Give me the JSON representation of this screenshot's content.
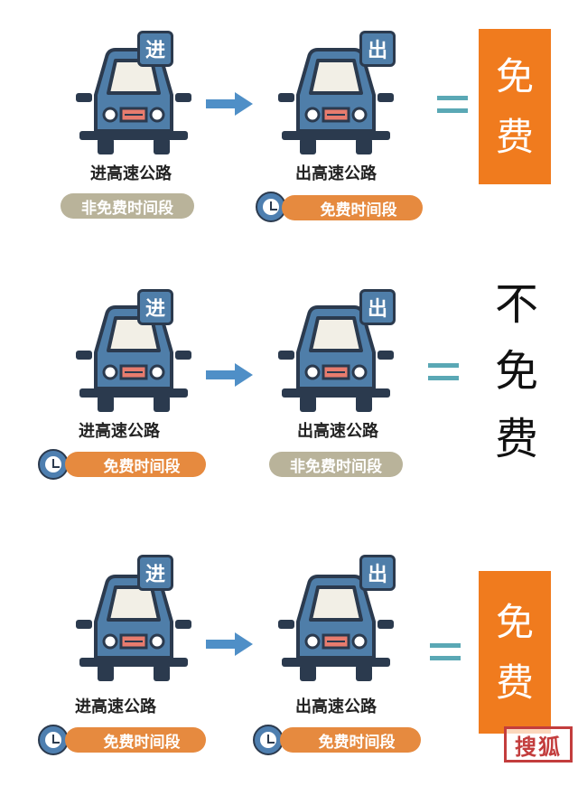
{
  "rows": [
    {
      "enter": {
        "badge": "进",
        "label": "进高速公路",
        "period": "非免费时间段",
        "period_type": "gray"
      },
      "exit": {
        "badge": "出",
        "label": "出高速公路",
        "period": "免费时间段",
        "period_type": "orange"
      },
      "result": [
        "免",
        "费"
      ],
      "result_style": "orange-box"
    },
    {
      "enter": {
        "badge": "进",
        "label": "进高速公路",
        "period": "免费时间段",
        "period_type": "orange"
      },
      "exit": {
        "badge": "出",
        "label": "出高速公路",
        "period": "非免费时间段",
        "period_type": "gray"
      },
      "result": [
        "不",
        "免",
        "费"
      ],
      "result_style": "plain"
    },
    {
      "enter": {
        "badge": "进",
        "label": "进高速公路",
        "period": "免费时间段",
        "period_type": "orange"
      },
      "exit": {
        "badge": "出",
        "label": "出高速公路",
        "period": "免费时间段",
        "period_type": "orange"
      },
      "result": [
        "免",
        "费"
      ],
      "result_style": "orange-box"
    }
  ],
  "watermark": "搜狐",
  "colors": {
    "car_body": "#4f7ea9",
    "outline": "#2b3a4e",
    "arrow": "#4f8fc7",
    "equals": "#5aa8b5",
    "orange": "#f07b1e",
    "pill_orange": "#e68a3f",
    "pill_gray": "#b9b39a"
  }
}
